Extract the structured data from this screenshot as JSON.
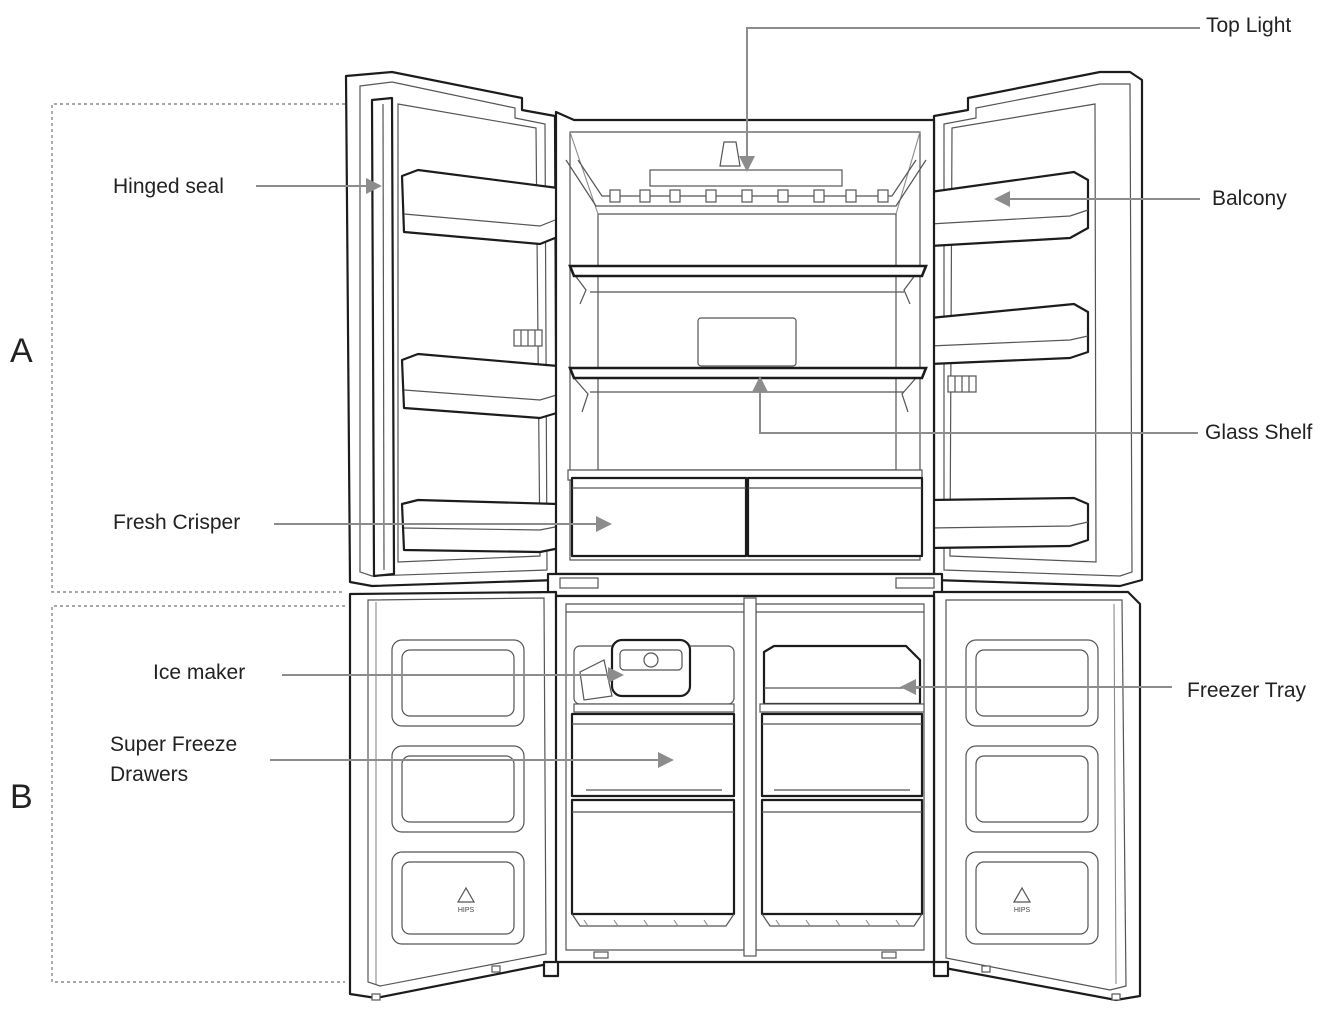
{
  "diagram": {
    "sections": {
      "upper": "A",
      "lower": "B"
    },
    "labels": {
      "top_light": "Top Light",
      "hinged_seal": "Hinged seal",
      "balcony": "Balcony",
      "glass_shelf": "Glass Shelf",
      "fresh_crisper": "Fresh Crisper",
      "ice_maker": "Ice maker",
      "freezer_tray": "Freezer Tray",
      "super_freeze_line1": "Super Freeze",
      "super_freeze_line2": "Drawers"
    },
    "recycle_marks": {
      "left_door": "HIPS",
      "right_door": "HIPS"
    }
  }
}
